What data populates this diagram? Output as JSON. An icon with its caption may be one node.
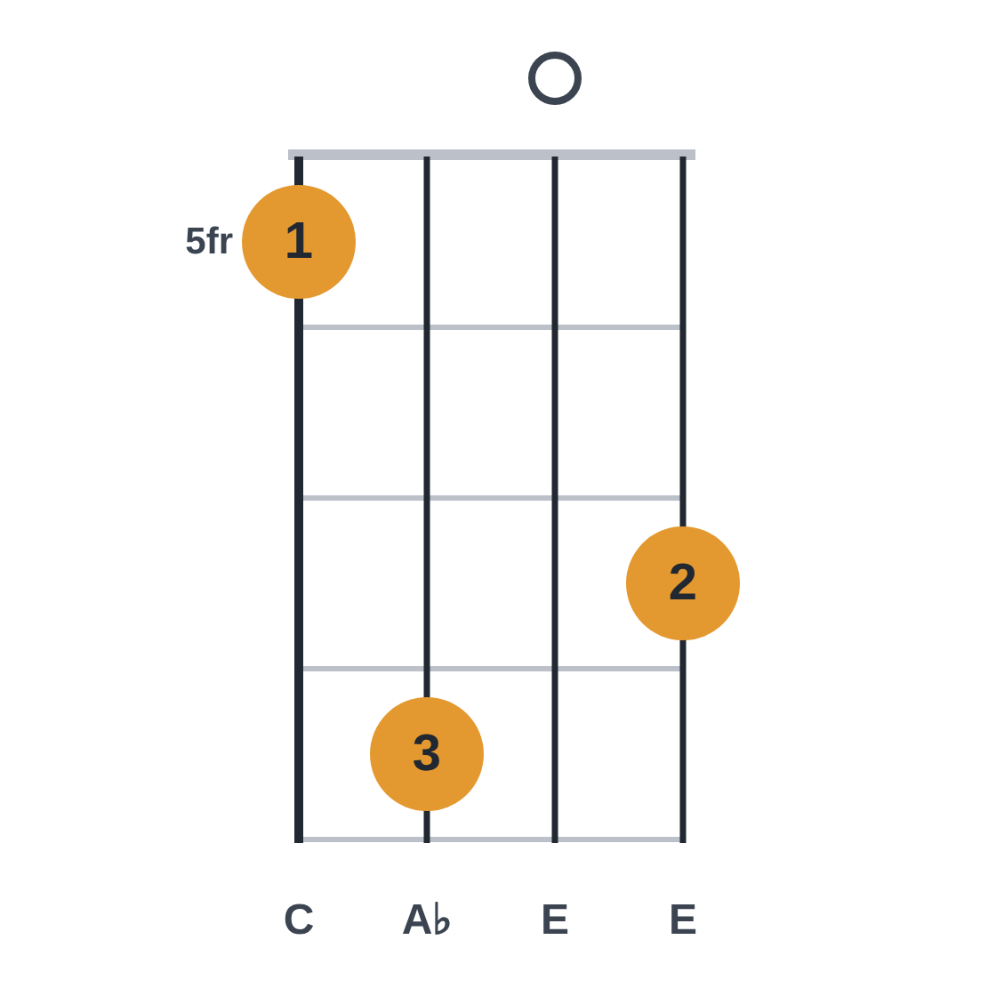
{
  "diagram": {
    "nodes": [
      {
        "text": [],
        "shape": "circle"
      },
      {
        "text": [
          "1"
        ]
      },
      {
        "text": [
          "2"
        ]
      },
      {
        "text": [
          "3"
        ]
      }
    ],
    "labels": [
      "5fr",
      "C",
      "A♭",
      "E",
      "E"
    ]
  }
}
